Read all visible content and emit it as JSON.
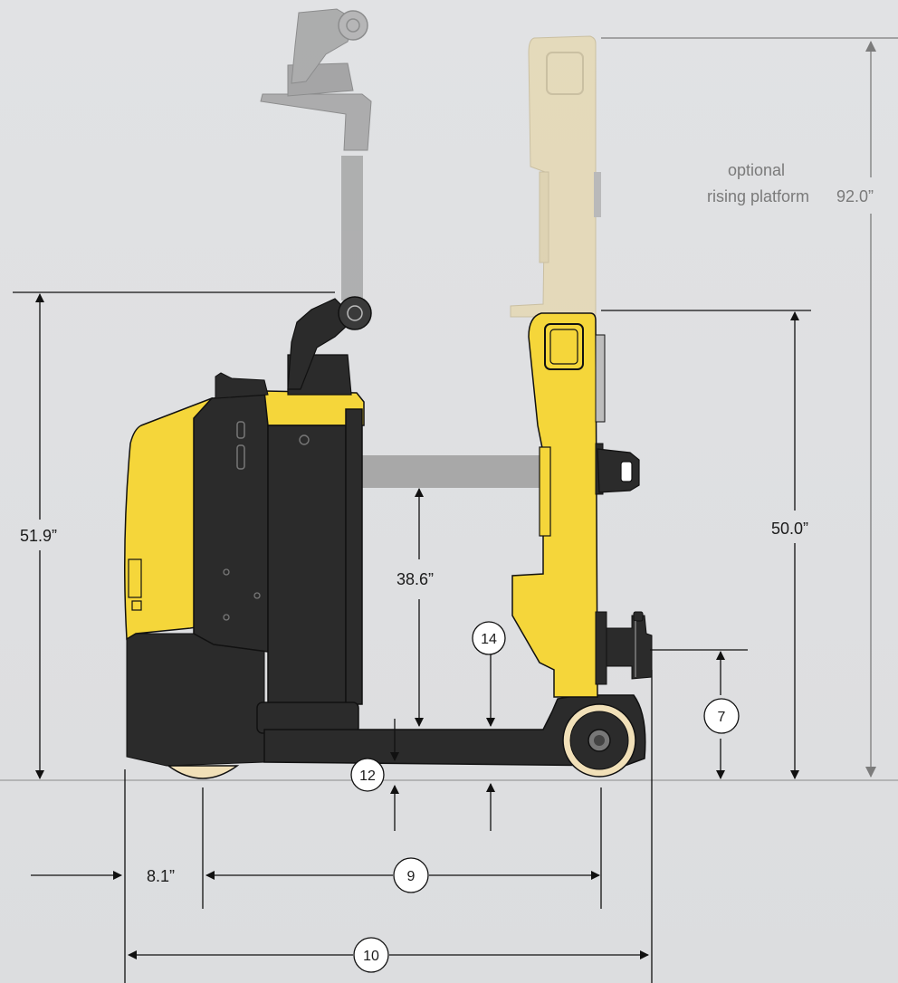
{
  "dimensions": {
    "overall_height": "51.9”",
    "fork_height": "38.6”",
    "platform_height": "50.0”",
    "rising_platform_height": "92.0”",
    "rear_overhang": "8.1”"
  },
  "callouts": {
    "c7": "7",
    "c9": "9",
    "c10": "10",
    "c12": "12",
    "c14": "14"
  },
  "notes": {
    "rising_line1": "optional",
    "rising_line2": "rising platform"
  },
  "colors": {
    "truck_yellow": "#f5d63a",
    "truck_black": "#2b2b2b",
    "ghost_grey": "#9a9a9a",
    "ghost_yellow": "#ead9a0",
    "dimension_line": "#111111"
  }
}
